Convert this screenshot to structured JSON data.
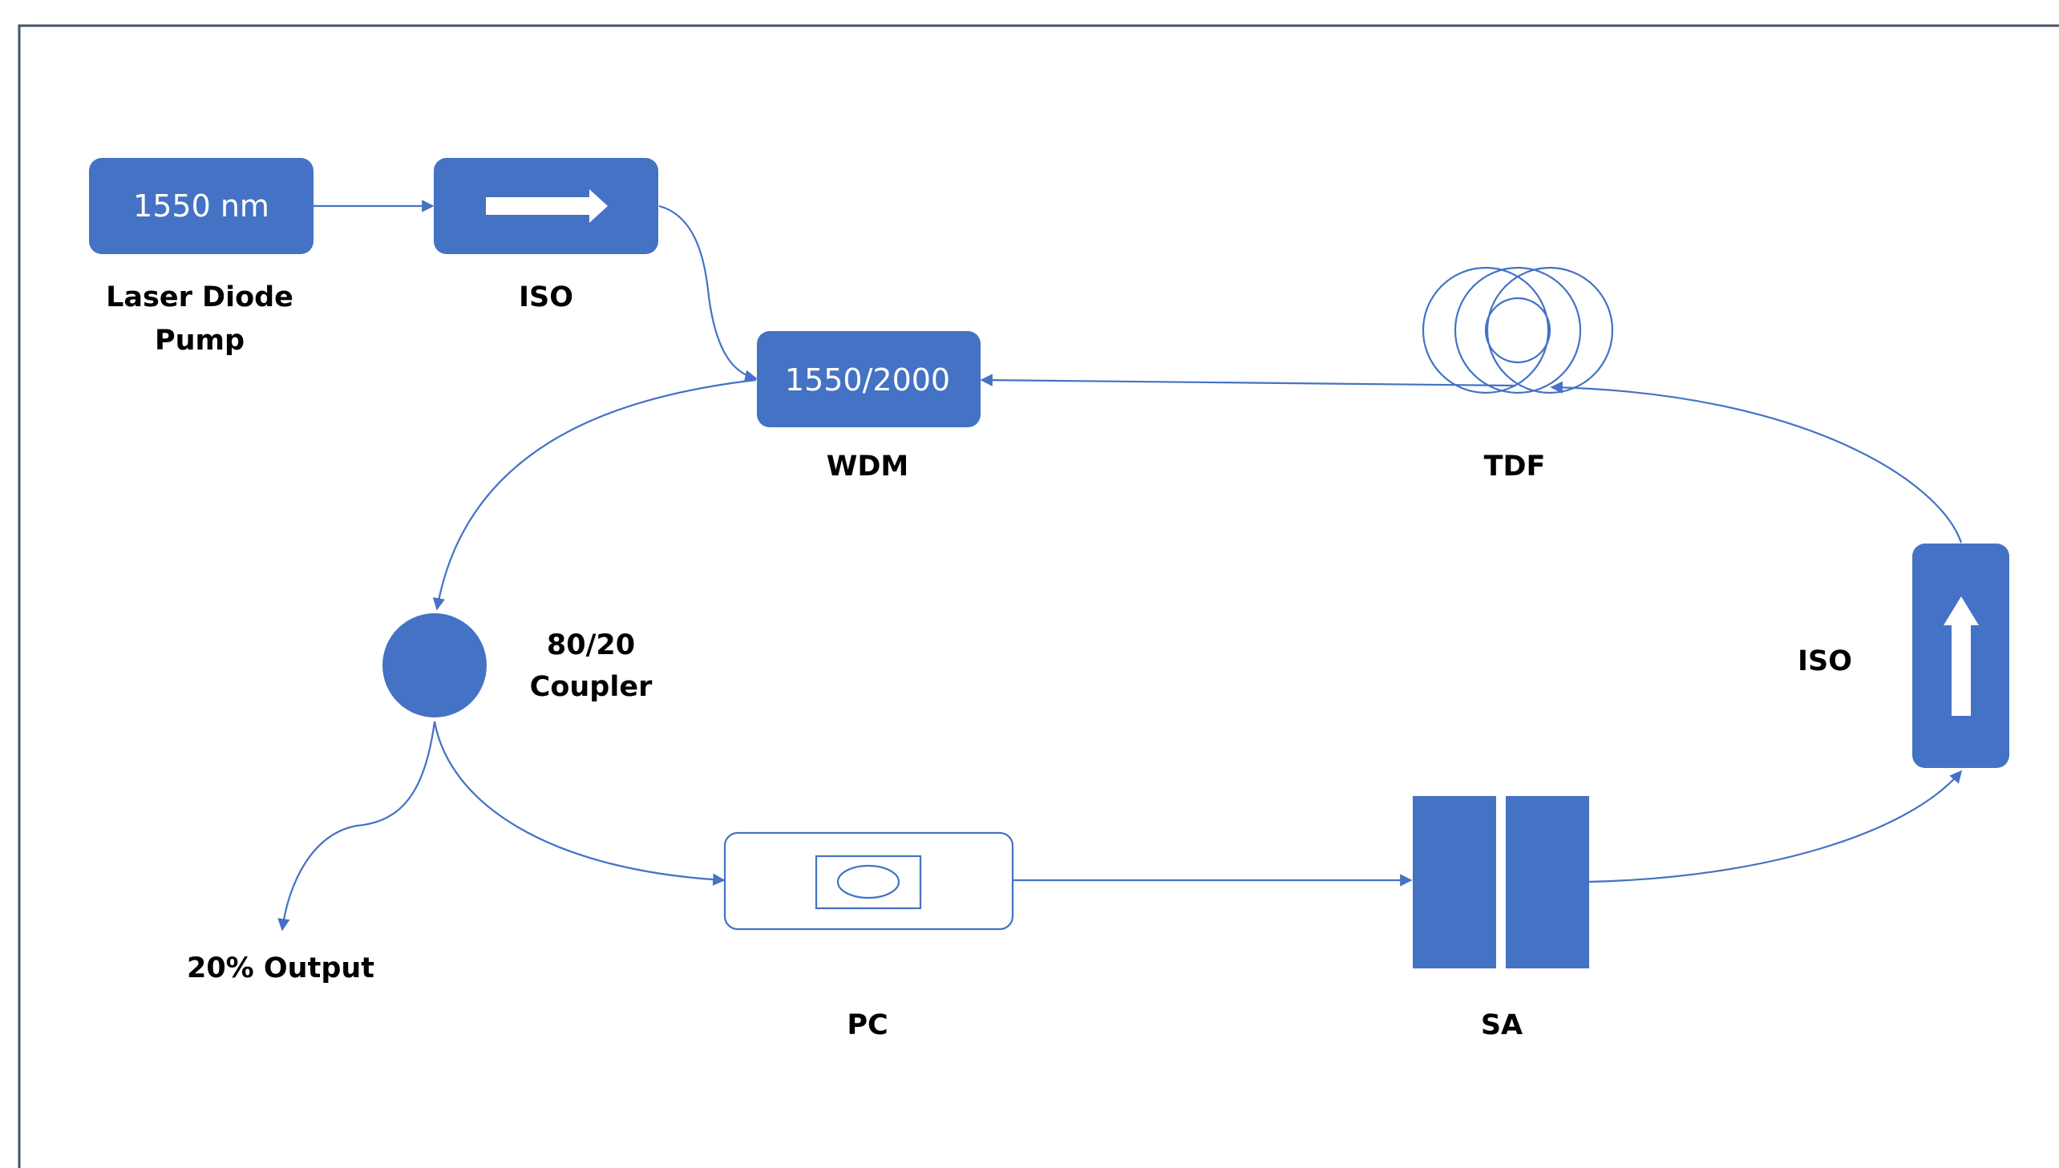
{
  "colors": {
    "component_fill": "#4472C4",
    "fiber_line": "#4472C4",
    "label_text": "#000000",
    "component_text": "#FFFFFF",
    "frame_border": "#44546A"
  },
  "components": {
    "laser": {
      "text": "1550 nm",
      "label_line1": "Laser Diode",
      "label_line2": "Pump"
    },
    "iso_top": {
      "label": "ISO",
      "icon": "arrow-right-icon"
    },
    "wdm": {
      "text": "1550/2000",
      "label": "WDM"
    },
    "tdf": {
      "label": "TDF",
      "icon": "fiber-coil-icon"
    },
    "iso_right": {
      "label": "ISO",
      "icon": "arrow-up-icon"
    },
    "coupler": {
      "label_line1": "80/20",
      "label_line2": "Coupler"
    },
    "output": {
      "label": "20% Output"
    },
    "pc": {
      "label": "PC",
      "icon": "polarization-controller-icon"
    },
    "sa": {
      "label": "SA"
    }
  }
}
